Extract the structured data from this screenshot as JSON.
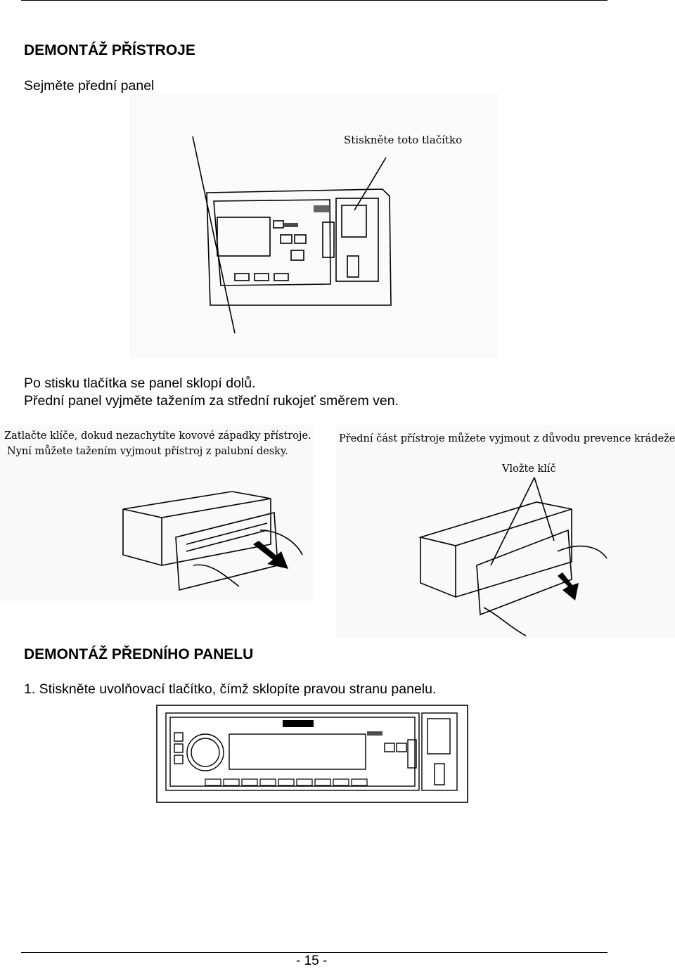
{
  "section1": {
    "heading": "DEMONTÁŽ PŘÍSTROJE",
    "instruction": "Sejměte přední panel",
    "figure_label": "Stiskněte toto tlačítko"
  },
  "section2": {
    "line1": "Po stisku tlačítka se panel sklopí dolů.",
    "line2": "Přední panel vyjměte tažením za střední rukojeť směrem ven.",
    "left_caption_1": "Zatlačte klíče, dokud nezachytíte kovové západky přístroje.",
    "left_caption_2": "Nyní můžete tažením vyjmout přístroj z palubní desky.",
    "right_caption": "Přední část přístroje můžete vyjmout z důvodu prevence krádeže.",
    "right_label": "Vložte klíč"
  },
  "section3": {
    "heading": "DEMONTÁŽ PŘEDNÍHO PANELU",
    "step1": "1.  Stiskněte uvolňovací tlačítko, čímž sklopíte pravou stranu panelu."
  },
  "footer": {
    "page_number": "- 15 -"
  }
}
